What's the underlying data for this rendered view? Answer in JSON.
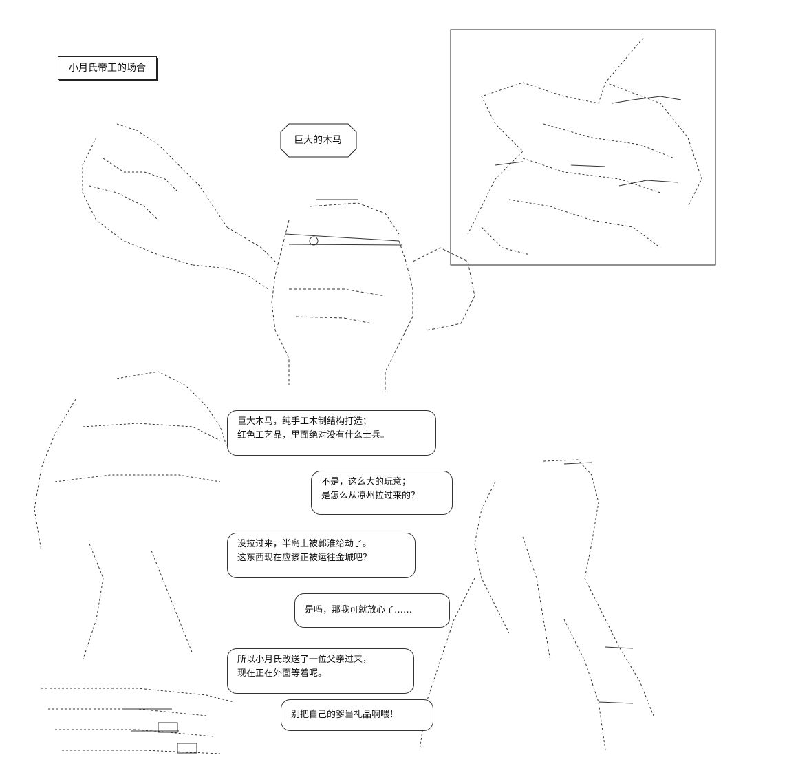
{
  "scene": {
    "label": "小月氏帝王的场合",
    "object_title": "巨大的木马"
  },
  "dialogue": [
    {
      "lines": [
        "巨大木马，纯手工木制结构打造；",
        "红色工艺品，里面绝对没有什么士兵。"
      ]
    },
    {
      "lines": [
        "不是，这么大的玩意；",
        "是怎么从凉州拉过来的？"
      ]
    },
    {
      "lines": [
        "没拉过来，半岛上被郭淮给劫了。",
        "这东西现在应该正被运往金城吧？"
      ]
    },
    {
      "lines": [
        "是吗，那我可就放心了……"
      ]
    },
    {
      "lines": [
        "所以小月氏改送了一位父亲过来，",
        "现在正在外面等着呢。"
      ]
    },
    {
      "lines": [
        "别把自己的爹当礼品啊喂！"
      ]
    }
  ],
  "colors": {
    "ink": "#111111",
    "paper": "#ffffff"
  }
}
